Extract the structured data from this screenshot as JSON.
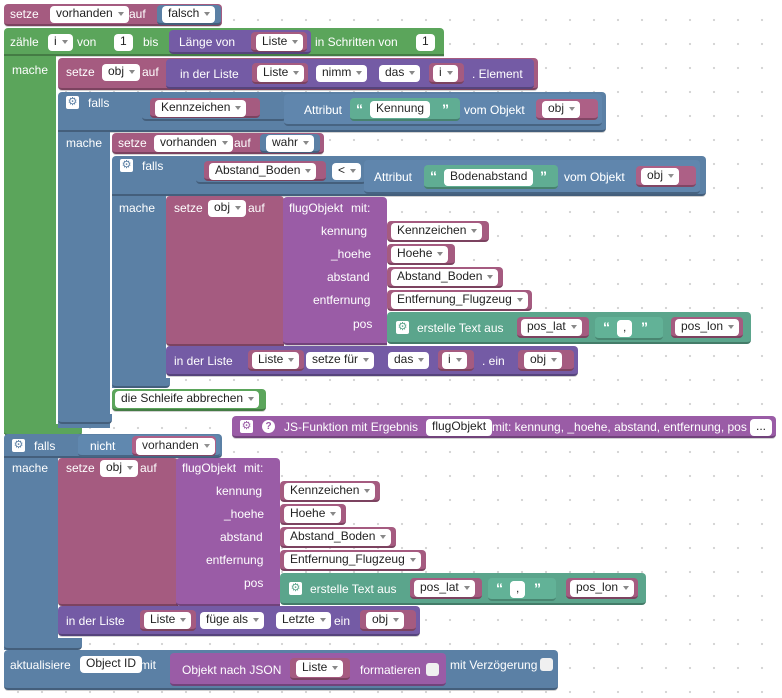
{
  "set1": {
    "label": "setze",
    "var": "vorhanden",
    "on": "auf",
    "value": "falsch"
  },
  "for": {
    "label": "zähle",
    "var": "i",
    "from": "von",
    "from_val": "1",
    "to": "bis",
    "length": "Länge von",
    "list": "Liste",
    "step": "in Schritten von",
    "step_val": "1",
    "do": "mache"
  },
  "set_obj": {
    "label": "setze",
    "var": "obj",
    "on": "auf",
    "in_list": "in der Liste",
    "list": "Liste",
    "op": "nimm",
    "where": "das",
    "idx": "i",
    "tail": ". Element"
  },
  "if1": {
    "label": "falls",
    "left": "Kennzeichen",
    "op": "=",
    "attr": "Attribut",
    "key": "Kennung",
    "from_obj": "vom Objekt",
    "obj": "obj"
  },
  "then1": {
    "do": "mache",
    "set": "setze",
    "var": "vorhanden",
    "on": "auf",
    "val": "wahr"
  },
  "if2": {
    "label": "falls",
    "left": "Abstand_Boden",
    "op": "<",
    "attr": "Attribut",
    "key": "Bodenabstand",
    "from_obj": "vom Objekt",
    "obj": "obj"
  },
  "then2": {
    "do": "mache"
  },
  "set_flug1": {
    "label": "setze",
    "var": "obj",
    "on": "auf",
    "fn": "flugObjekt",
    "with": "mit:",
    "params": [
      {
        "name": "kennung",
        "val": "Kennzeichen"
      },
      {
        "name": "_hoehe",
        "val": "Hoehe"
      },
      {
        "name": "abstand",
        "val": "Abstand_Boden"
      },
      {
        "name": "entfernung",
        "val": "Entfernung_Flugzeug"
      },
      {
        "name": "pos",
        "val": ""
      }
    ],
    "text_join": "erstelle Text aus",
    "lat": "pos_lat",
    "sep": ",",
    "lon": "pos_lon"
  },
  "list_set1": {
    "in_list": "in der Liste",
    "list": "Liste",
    "op": "setze für",
    "where": "das",
    "idx": "i",
    "tail": ". ein",
    "obj": "obj"
  },
  "break": {
    "label": "die Schleife abbrechen"
  },
  "jsfunc": {
    "label": "JS-Funktion mit Ergebnis",
    "name": "flugObjekt",
    "args": "mit: kennung, _hoehe, abstand, entfernung, pos",
    "more": "..."
  },
  "if3": {
    "label": "falls",
    "not": "nicht",
    "var": "vorhanden",
    "do": "mache"
  },
  "set_flug2": {
    "label": "setze",
    "var": "obj",
    "on": "auf",
    "fn": "flugObjekt",
    "with": "mit:",
    "params": [
      {
        "name": "kennung",
        "val": "Kennzeichen"
      },
      {
        "name": "_hoehe",
        "val": "Hoehe"
      },
      {
        "name": "abstand",
        "val": "Abstand_Boden"
      },
      {
        "name": "entfernung",
        "val": "Entfernung_Flugzeug"
      },
      {
        "name": "pos",
        "val": ""
      }
    ],
    "text_join": "erstelle Text aus",
    "lat": "pos_lat",
    "sep": ",",
    "lon": "pos_lon"
  },
  "list_add": {
    "in_list": "in der Liste",
    "list": "Liste",
    "op": "füge als",
    "where": "Letzte",
    "in": "ein",
    "obj": "obj"
  },
  "update": {
    "label": "aktualisiere",
    "id": "Object ID",
    "with": "mit",
    "json": "Objekt nach JSON",
    "list": "Liste",
    "format": "formatieren",
    "delay": "mit Verzögerung"
  }
}
